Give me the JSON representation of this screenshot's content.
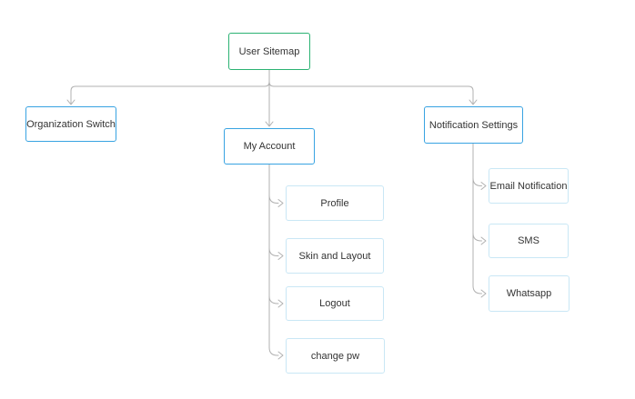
{
  "diagram": {
    "title": "User Sitemap",
    "colors": {
      "root_border": "#2bb273",
      "level1_border": "#38a3e2",
      "level2_border": "#c9e7f5",
      "connector": "#b0b0b0",
      "text": "#333333",
      "background": "#ffffff"
    },
    "nodes": [
      {
        "id": "user-sitemap",
        "label": "User Sitemap",
        "level": "root"
      },
      {
        "id": "organization-switch",
        "label": "Organization Switch",
        "level": "1"
      },
      {
        "id": "my-account",
        "label": "My Account",
        "level": "1"
      },
      {
        "id": "notification-settings",
        "label": "Notification Settings",
        "level": "1"
      },
      {
        "id": "profile",
        "label": "Profile",
        "level": "2"
      },
      {
        "id": "skin-and-layout",
        "label": "Skin and Layout",
        "level": "2"
      },
      {
        "id": "logout",
        "label": "Logout",
        "level": "2"
      },
      {
        "id": "change-pw",
        "label": "change pw",
        "level": "2"
      },
      {
        "id": "email-notification",
        "label": "Email Notification",
        "level": "2"
      },
      {
        "id": "sms",
        "label": "SMS",
        "level": "2"
      },
      {
        "id": "whatsapp",
        "label": "Whatsapp",
        "level": "2"
      }
    ],
    "edges": [
      {
        "from": "user-sitemap",
        "to": "organization-switch"
      },
      {
        "from": "user-sitemap",
        "to": "my-account"
      },
      {
        "from": "user-sitemap",
        "to": "notification-settings"
      },
      {
        "from": "my-account",
        "to": "profile"
      },
      {
        "from": "my-account",
        "to": "skin-and-layout"
      },
      {
        "from": "my-account",
        "to": "logout"
      },
      {
        "from": "my-account",
        "to": "change-pw"
      },
      {
        "from": "notification-settings",
        "to": "email-notification"
      },
      {
        "from": "notification-settings",
        "to": "sms"
      },
      {
        "from": "notification-settings",
        "to": "whatsapp"
      }
    ]
  }
}
